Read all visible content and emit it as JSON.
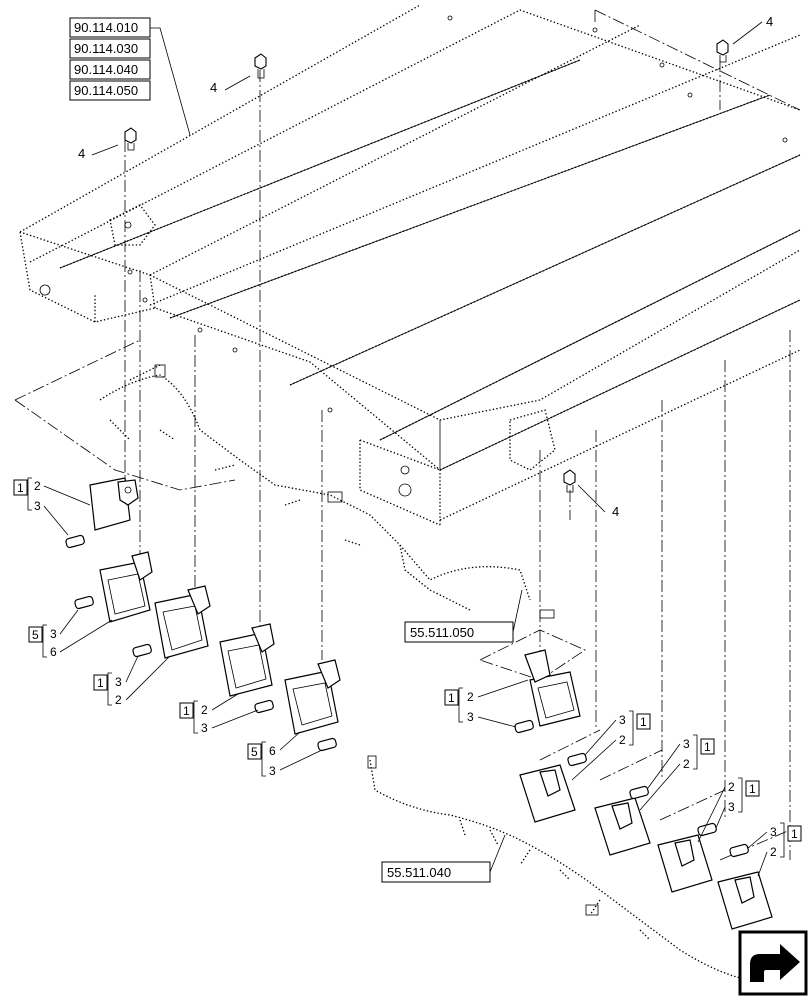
{
  "references": {
    "frame_refs": [
      "90.114.010",
      "90.114.030",
      "90.114.040",
      "90.114.050"
    ],
    "harness_upper": "55.511.050",
    "harness_lower": "55.511.040"
  },
  "callouts": {
    "bolt_a": "4",
    "bolt_b": "4",
    "bolt_c": "4",
    "bolt_d": "4"
  },
  "groups": [
    {
      "key": "g1",
      "box": "1",
      "items": [
        "2",
        "3"
      ]
    },
    {
      "key": "g2",
      "box": "5",
      "items": [
        "3",
        "6"
      ]
    },
    {
      "key": "g3",
      "box": "1",
      "items": [
        "3",
        "2"
      ]
    },
    {
      "key": "g4",
      "box": "1",
      "items": [
        "2",
        "3"
      ]
    },
    {
      "key": "g5",
      "box": "5",
      "items": [
        "6",
        "3"
      ]
    },
    {
      "key": "g6",
      "box": "1",
      "items": [
        "2",
        "3"
      ]
    },
    {
      "key": "g7",
      "box": "1",
      "items": [
        "3",
        "2"
      ]
    },
    {
      "key": "g8",
      "box": "1",
      "items": [
        "3",
        "2"
      ]
    },
    {
      "key": "g9",
      "box": "1",
      "items": [
        "2",
        "3"
      ]
    },
    {
      "key": "g10",
      "box": "1",
      "items": [
        "3",
        "2"
      ]
    }
  ],
  "icons": {
    "corner": "navigation-arrow-icon"
  }
}
